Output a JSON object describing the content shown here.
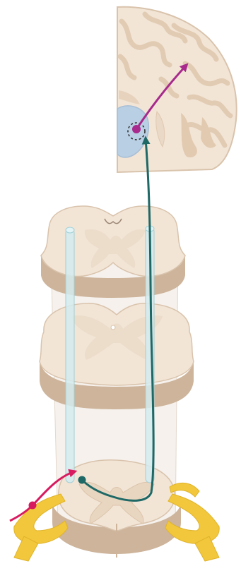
{
  "colors": {
    "background": "#ffffff",
    "tissue_fill": "#f2e5d6",
    "tissue_outline": "#d9c3ac",
    "tissue_side": "#cdb49b",
    "brain_fold": "#e7d3bd",
    "thalamus_fill": "#b9cfe3",
    "tract_fill": "#d3ebee",
    "tract_outline": "#9fcfd6",
    "column_sheath": "#eee6dd",
    "nerve_yellow": "#f2c73b",
    "ascending_pathway": "#1e6866",
    "primary_neuron": "#d81b60",
    "thalamic_projection": "#a72a8c",
    "nucleus_marker": "#2a2a2a"
  },
  "structures": [
    {
      "id": "cerebral-hemisphere-section",
      "icon": "brain-coronal-section-icon"
    },
    {
      "id": "thalamus",
      "icon": "thalamus-icon"
    },
    {
      "id": "upper-spinal-cord-section",
      "icon": "spinal-cord-section-icon"
    },
    {
      "id": "middle-spinal-cord-section",
      "icon": "spinal-cord-section-icon"
    },
    {
      "id": "lower-spinal-cord-section",
      "icon": "spinal-cord-section-icon"
    },
    {
      "id": "spinal-nerves",
      "icon": "nerve-root-icon"
    }
  ],
  "pathways": [
    {
      "id": "primary-afferent-neuron",
      "color": "#d81b60"
    },
    {
      "id": "ascending-spinothalamic-tract",
      "color": "#1e6866"
    },
    {
      "id": "thalamocortical-projection",
      "color": "#a72a8c"
    }
  ]
}
